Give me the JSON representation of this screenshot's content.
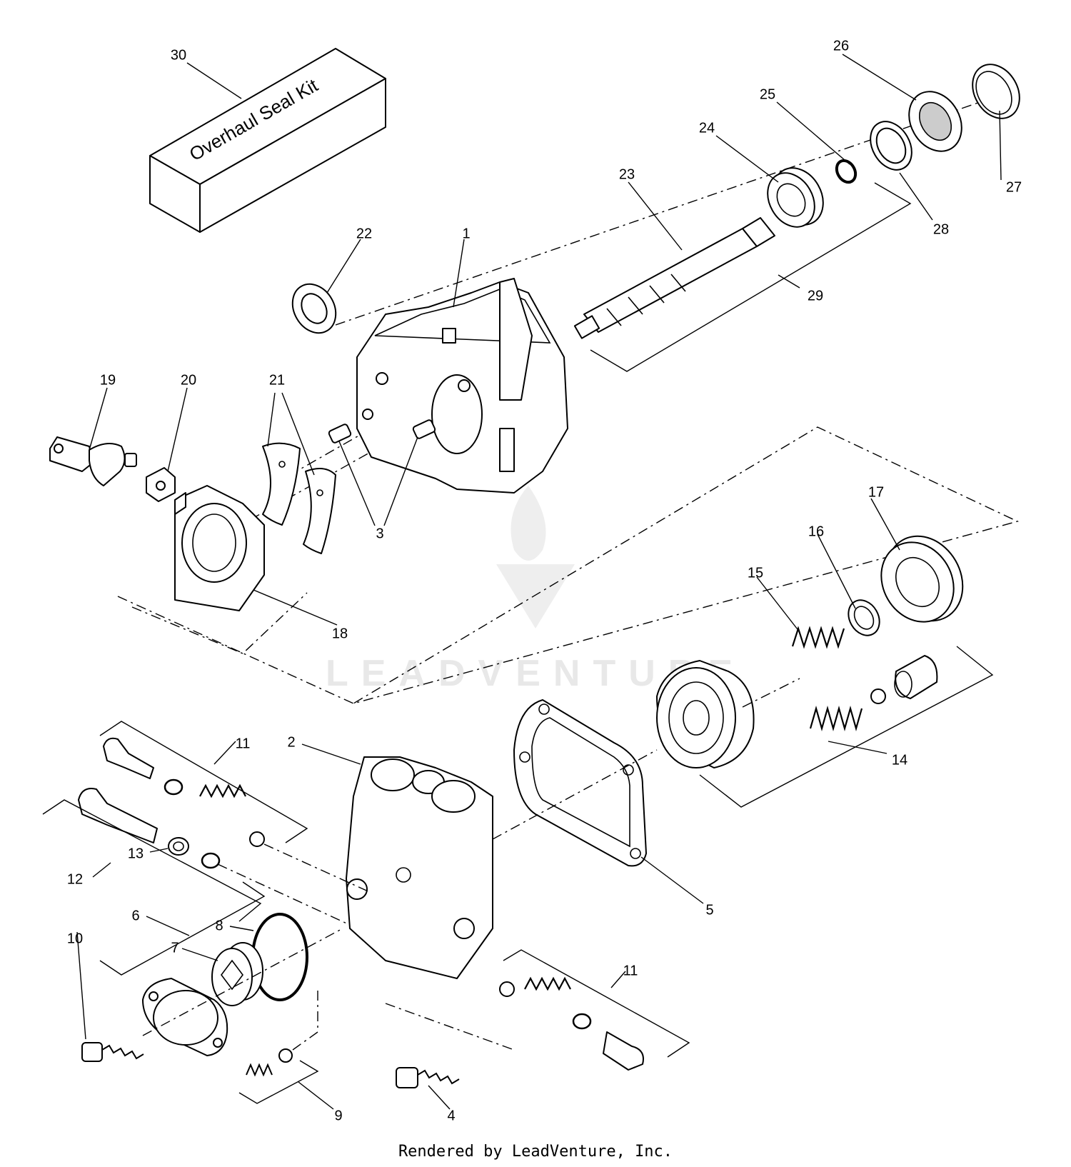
{
  "kit_label": "Overhaul Seal Kit",
  "watermark": "LEADVENTURE",
  "footer": "Rendered by LeadVenture, Inc.",
  "callouts": {
    "c1": "1",
    "c2": "2",
    "c3": "3",
    "c4": "4",
    "c5": "5",
    "c6": "6",
    "c7": "7",
    "c8": "8",
    "c9": "9",
    "c10": "10",
    "c11a": "11",
    "c11b": "11",
    "c12": "12",
    "c13": "13",
    "c14": "14",
    "c15": "15",
    "c16": "16",
    "c17": "17",
    "c18": "18",
    "c19": "19",
    "c20": "20",
    "c21": "21",
    "c22": "22",
    "c23": "23",
    "c24": "24",
    "c25": "25",
    "c26": "26",
    "c27": "27",
    "c28": "28",
    "c29": "29",
    "c30": "30"
  }
}
